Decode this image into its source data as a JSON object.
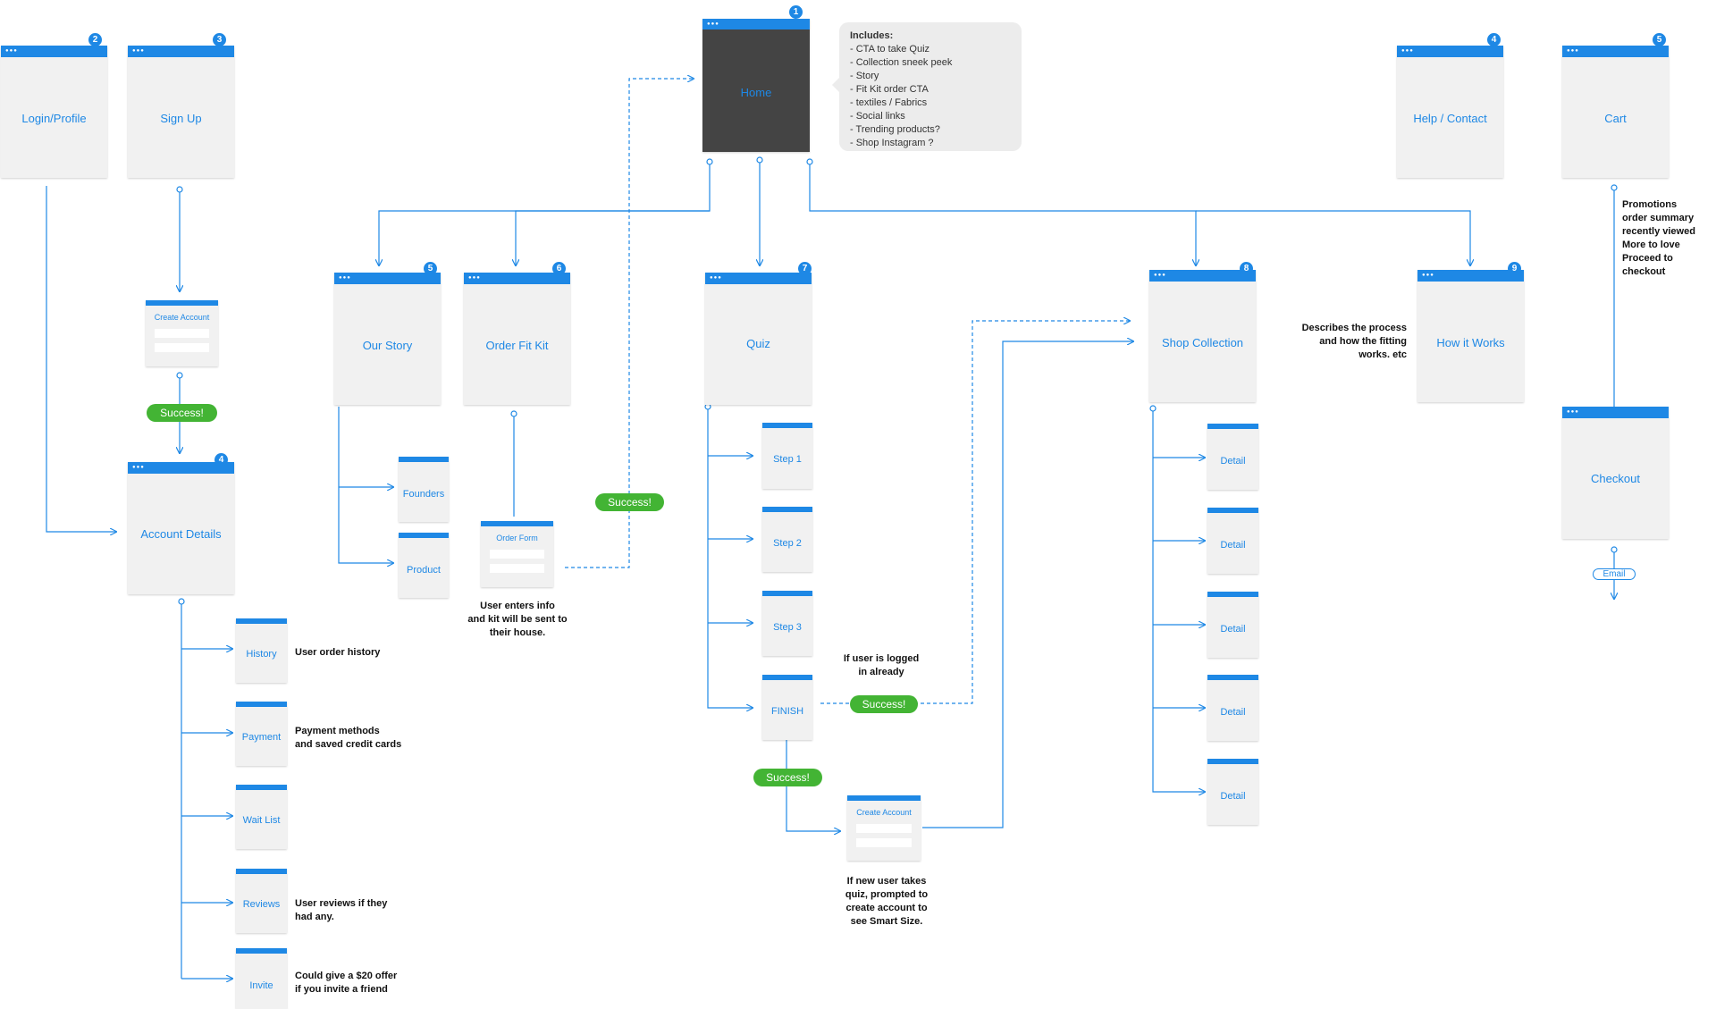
{
  "nodes": {
    "home": {
      "label": "Home",
      "num": "1"
    },
    "login": {
      "label": "Login/Profile",
      "num": "2"
    },
    "signup": {
      "label": "Sign Up",
      "num": "3"
    },
    "help": {
      "label": "Help / Contact",
      "num": "4"
    },
    "cart": {
      "label": "Cart",
      "num": "5"
    },
    "account_details": {
      "label": "Account Details",
      "num": "4"
    },
    "our_story": {
      "label": "Our Story",
      "num": "5"
    },
    "order_fit_kit": {
      "label": "Order Fit Kit",
      "num": "6"
    },
    "quiz": {
      "label": "Quiz",
      "num": "7"
    },
    "shop_collection": {
      "label": "Shop Collection",
      "num": "8"
    },
    "how_it_works": {
      "label": "How it Works",
      "num": "9"
    },
    "checkout": {
      "label": "Checkout"
    },
    "create_account_signup": {
      "label": "Create Account"
    },
    "create_account_quiz": {
      "label": "Create Account"
    },
    "order_form": {
      "label": "Order Form"
    },
    "founders": {
      "label": "Founders"
    },
    "product": {
      "label": "Product"
    },
    "history": {
      "label": "History"
    },
    "payment": {
      "label": "Payment"
    },
    "wait_list": {
      "label": "Wait List"
    },
    "reviews": {
      "label": "Reviews"
    },
    "invite": {
      "label": "Invite"
    },
    "step1": {
      "label": "Step 1"
    },
    "step2": {
      "label": "Step 2"
    },
    "step3": {
      "label": "Step 3"
    },
    "finish": {
      "label": "FINISH"
    },
    "detail1": {
      "label": "Detail"
    },
    "detail2": {
      "label": "Detail"
    },
    "detail3": {
      "label": "Detail"
    },
    "detail4": {
      "label": "Detail"
    },
    "detail5": {
      "label": "Detail"
    }
  },
  "home_includes": {
    "title": "Includes:",
    "items": [
      "- CTA to take Quiz",
      "- Collection sneek peek",
      "- Story",
      "- Fit Kit order CTA",
      "- textiles / Fabrics",
      "- Social links",
      "- Trending products?",
      "- Shop Instagram ?"
    ]
  },
  "pills": {
    "signup_success": "Success!",
    "order_success": "Success!",
    "quiz_logged_success": "Success!",
    "quiz_new_success": "Success!"
  },
  "email_tag": "Email",
  "notes": {
    "history": "User order history",
    "payment": "Payment methods\nand saved credit cards",
    "reviews": "User reviews if they\nhad any.",
    "invite": "Could give a $20 offer\nif you invite a friend",
    "order_form": "User enters info\nand kit will be sent to\ntheir house.",
    "logged_in": "If user is logged\nin already",
    "new_user": "If new user takes\nquiz, prompted to\ncreate account to\nsee Smart Size.",
    "how_it_works": "Describes the process\nand how the fitting\nworks. etc",
    "cart": "Promotions\norder summary\nrecently viewed\nMore to love\nProceed to checkout"
  },
  "colors": {
    "accent": "#1e88e5",
    "success": "#43b434",
    "home_fill": "#444444",
    "page_fill": "#f1f1f1"
  }
}
